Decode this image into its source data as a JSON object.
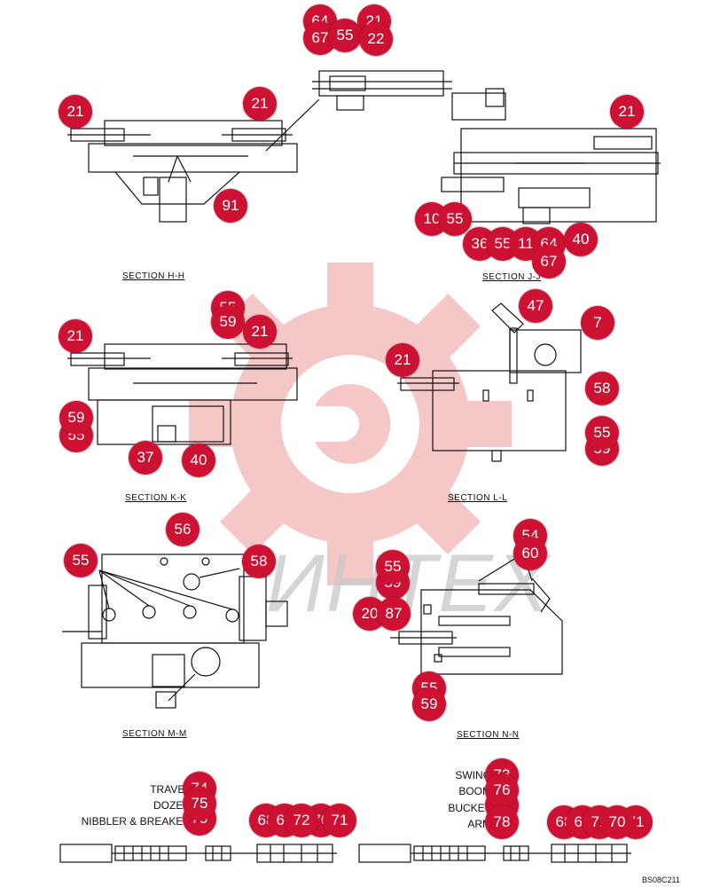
{
  "colors": {
    "callout": "#cc1133",
    "line": "#111111",
    "watermark": "#f2b5b5"
  },
  "watermark": {
    "text": "ИНТЕХ",
    "icon": "gear-logo-icon"
  },
  "figure_code": "BS08C211",
  "sections": {
    "hh": "SECTION  H-H",
    "jj": "SECTION  J-J",
    "kk": "SECTION  K-K",
    "ll": "SECTION  L-L",
    "mm": "SECTION  M-M",
    "nn": "SECTION  N-N"
  },
  "left_spool_labels": [
    "TRAVEL",
    "DOZER",
    "NIBBLER & BREAKER"
  ],
  "right_spool_labels": [
    "SWING",
    "BOOM",
    "BUCKET",
    "ARM"
  ],
  "callouts": {
    "top_detail": [
      "64",
      "21",
      "67",
      "55",
      "22"
    ],
    "hh": [
      "21",
      "21",
      "91"
    ],
    "jj": [
      "21",
      "10",
      "55",
      "36",
      "55",
      "11",
      "64",
      "40",
      "67"
    ],
    "kk": [
      "55",
      "59",
      "21",
      "21",
      "55",
      "59",
      "37",
      "40"
    ],
    "ll": [
      "47",
      "7",
      "21",
      "58",
      "55",
      "59"
    ],
    "mm": [
      "56",
      "55",
      "58"
    ],
    "nn": [
      "54",
      "60",
      "55",
      "59",
      "20",
      "87",
      "55",
      "59"
    ],
    "left_spool": [
      "74",
      "75",
      "79",
      "68",
      "69",
      "72",
      "70",
      "71"
    ],
    "right_spool": [
      "73",
      "76",
      "77",
      "78",
      "68",
      "69",
      "72",
      "70",
      "71"
    ]
  }
}
